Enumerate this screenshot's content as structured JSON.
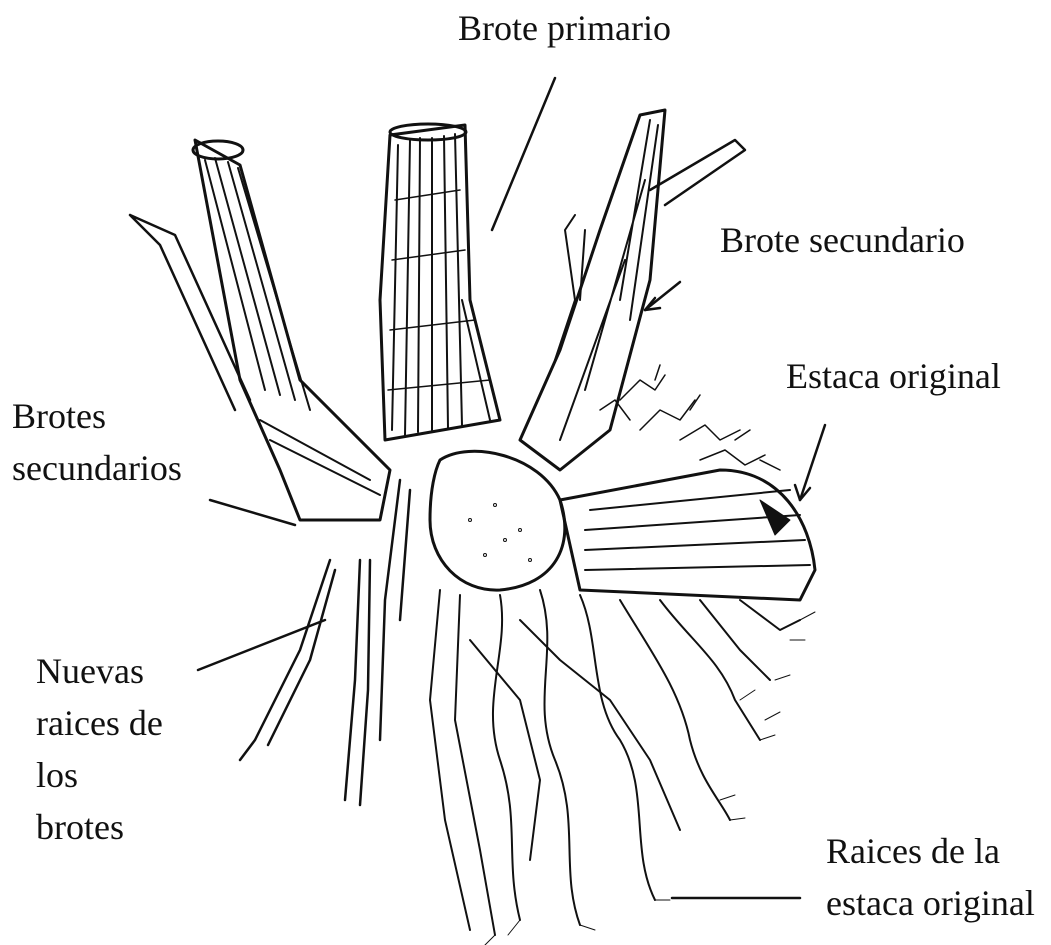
{
  "labels": {
    "brote_primario": "Brote primario",
    "brote_secundario": "Brote secundario",
    "estaca_original": "Estaca original",
    "brotes_secundarios": [
      "Brotes",
      "secundarios"
    ],
    "nuevas_raices": [
      "Nuevas",
      "raices de",
      "los",
      "brotes"
    ],
    "raices_estaca": [
      "Raices de la",
      "estaca original"
    ]
  },
  "colors": {
    "ink": "#111111",
    "background": "#ffffff"
  }
}
